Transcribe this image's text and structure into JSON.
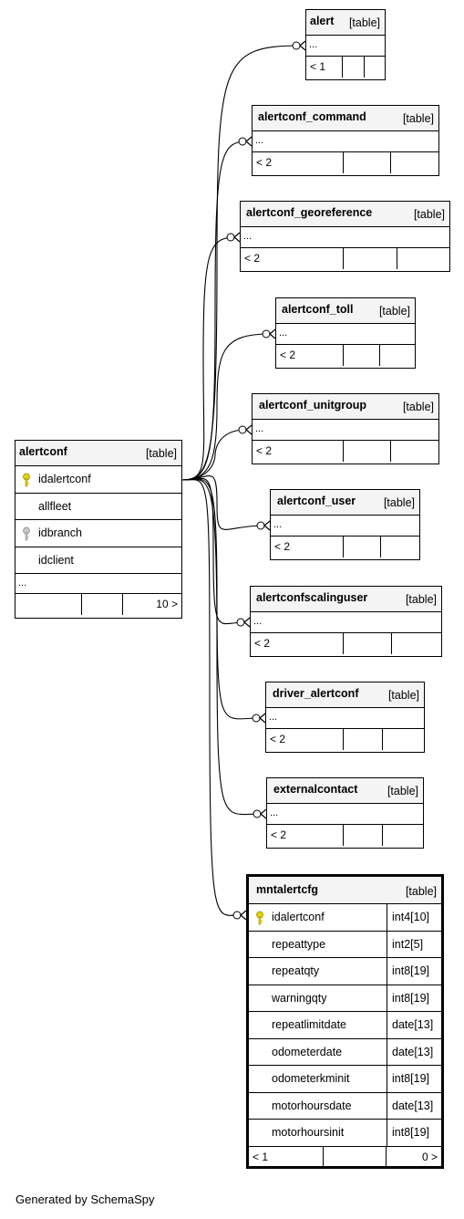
{
  "main_table": {
    "name": "alertconf",
    "kind": "[table]",
    "columns": [
      "idalertconf",
      "allfleet",
      "idbranch",
      "idclient"
    ],
    "ellipsis": "...",
    "footer_right": "10 >"
  },
  "child_tables": [
    {
      "name": "alert",
      "kind": "[table]",
      "ellipsis": "...",
      "footer": "< 1"
    },
    {
      "name": "alertconf_command",
      "kind": "[table]",
      "ellipsis": "...",
      "footer": "< 2"
    },
    {
      "name": "alertconf_georeference",
      "kind": "[table]",
      "ellipsis": "...",
      "footer": "< 2"
    },
    {
      "name": "alertconf_toll",
      "kind": "[table]",
      "ellipsis": "...",
      "footer": "< 2"
    },
    {
      "name": "alertconf_unitgroup",
      "kind": "[table]",
      "ellipsis": "...",
      "footer": "< 2"
    },
    {
      "name": "alertconf_user",
      "kind": "[table]",
      "ellipsis": "...",
      "footer": "< 2"
    },
    {
      "name": "alertconfscalinguser",
      "kind": "[table]",
      "ellipsis": "...",
      "footer": "< 2"
    },
    {
      "name": "driver_alertconf",
      "kind": "[table]",
      "ellipsis": "...",
      "footer": "< 2"
    },
    {
      "name": "externalcontact",
      "kind": "[table]",
      "ellipsis": "...",
      "footer": "< 2"
    }
  ],
  "focus_table": {
    "name": "mntalertcfg",
    "kind": "[table]",
    "columns": [
      {
        "name": "idalertconf",
        "type": "int4[10]"
      },
      {
        "name": "repeattype",
        "type": "int2[5]"
      },
      {
        "name": "repeatqty",
        "type": "int8[19]"
      },
      {
        "name": "warningqty",
        "type": "int8[19]"
      },
      {
        "name": "repeatlimitdate",
        "type": "date[13]"
      },
      {
        "name": "odometerdate",
        "type": "date[13]"
      },
      {
        "name": "odometerkminit",
        "type": "int8[19]"
      },
      {
        "name": "motorhoursdate",
        "type": "date[13]"
      },
      {
        "name": "motorhoursinit",
        "type": "int8[19]"
      }
    ],
    "footer_left": "< 1",
    "footer_right": "0 >"
  },
  "footer_note": "Generated by SchemaSpy",
  "colors": {
    "key_primary": "#e6d200",
    "key_foreign": "#b0b0b0",
    "header_bg": "#f4f4f4"
  }
}
